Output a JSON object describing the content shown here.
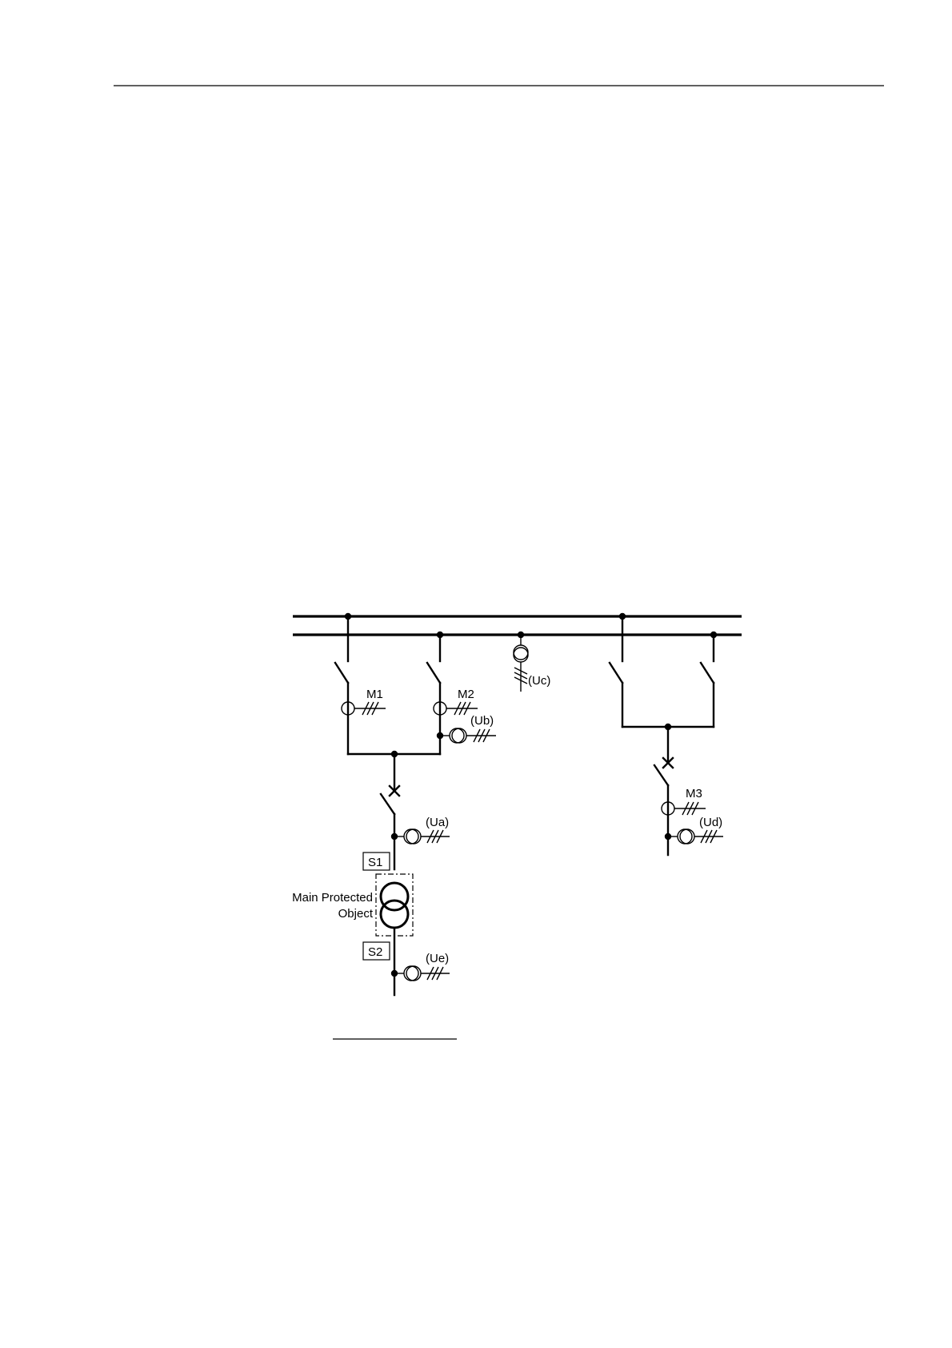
{
  "labels": {
    "m1": "M1",
    "m2": "M2",
    "m3": "M3",
    "ua": "(Ua)",
    "ub": "(Ub)",
    "uc": "(Uc)",
    "ud": "(Ud)",
    "ue": "(Ue)",
    "s1": "S1",
    "s2": "S2",
    "object_line1": "Main Protected",
    "object_line2": "Object"
  }
}
